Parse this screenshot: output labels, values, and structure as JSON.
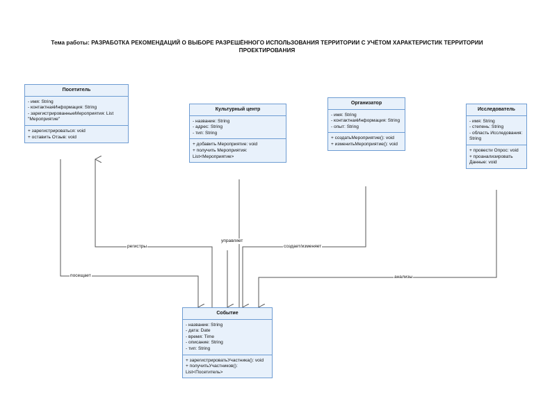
{
  "title": "Тема работы: РАЗРАБОТКА РЕКОМЕНДАЦИЙ О ВЫБОРЕ РАЗРЕШЁННОГО ИСПОЛЬЗОВАНИЯ ТЕРРИТОРИИ С УЧЁТОМ ХАРАКТЕРИСТИК ТЕРРИТОРИИ ПРОЕКТИРОВАНИЯ",
  "classes": {
    "visitor": {
      "name": "Посетитель",
      "attributes": [
        "- имя: String",
        "- контактнаяИнформация: String",
        "- зарегистрированныеМероприятия: List \"Мероприятие\""
      ],
      "methods": [
        "+ зарегистрироваться: void",
        "+ оставить Отзыв: void"
      ]
    },
    "culture_center": {
      "name": "Культурный центр",
      "attributes": [
        "- название: String",
        "- адрес: String",
        "- тип: String"
      ],
      "methods": [
        "+ добавить Мероприятие: void",
        "+ получить Мероприятия: List<Мероприятие>"
      ]
    },
    "organizer": {
      "name": "Организатор",
      "attributes": [
        "- имя: String",
        "- контактнаяИнформация: String",
        "- опыт: String"
      ],
      "methods": [
        "+ создатьМероприятие(): void",
        "+ изменитьМероприятие(): void"
      ]
    },
    "researcher": {
      "name": "Исследователь",
      "attributes": [
        "- имя: String",
        "- степень: String",
        "- область Исследования: String"
      ],
      "methods": [
        "+ провести Опрос: void",
        "+ проанализировать Данные: void"
      ]
    },
    "event": {
      "name": "Событие",
      "attributes": [
        "- название: String",
        "- дата: Date",
        "- время: Time",
        "- описание: String",
        "- тип: String"
      ],
      "methods": [
        "+ зарегистрироватьУчастника(): void",
        "+ получитьУчастников(): List<Посетитель>"
      ]
    }
  },
  "relations": {
    "registers": "регистры",
    "visits": "посещает",
    "manages": "управляет",
    "creates": "создает/изменяет",
    "analyzes": "анализы"
  },
  "colors": {
    "box_fill": "#e8f1fb",
    "box_border": "#6c9bd2",
    "line": "#555555"
  }
}
